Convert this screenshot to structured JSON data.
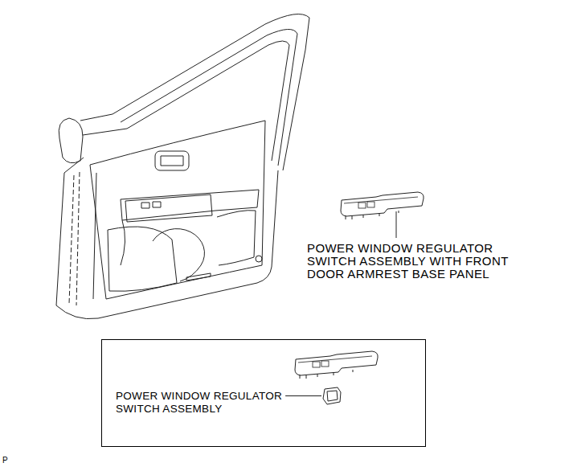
{
  "diagram": {
    "nodes": [
      {
        "text": [
          "POWER WINDOW REGULATOR SWITCH ASSEMBLY"
        ]
      }
    ],
    "labels": [
      "POWER WINDOW REGULATOR SWITCH ASSEMBLY WITH FRONT DOOR ARMREST BASE PANEL",
      "P"
    ]
  }
}
